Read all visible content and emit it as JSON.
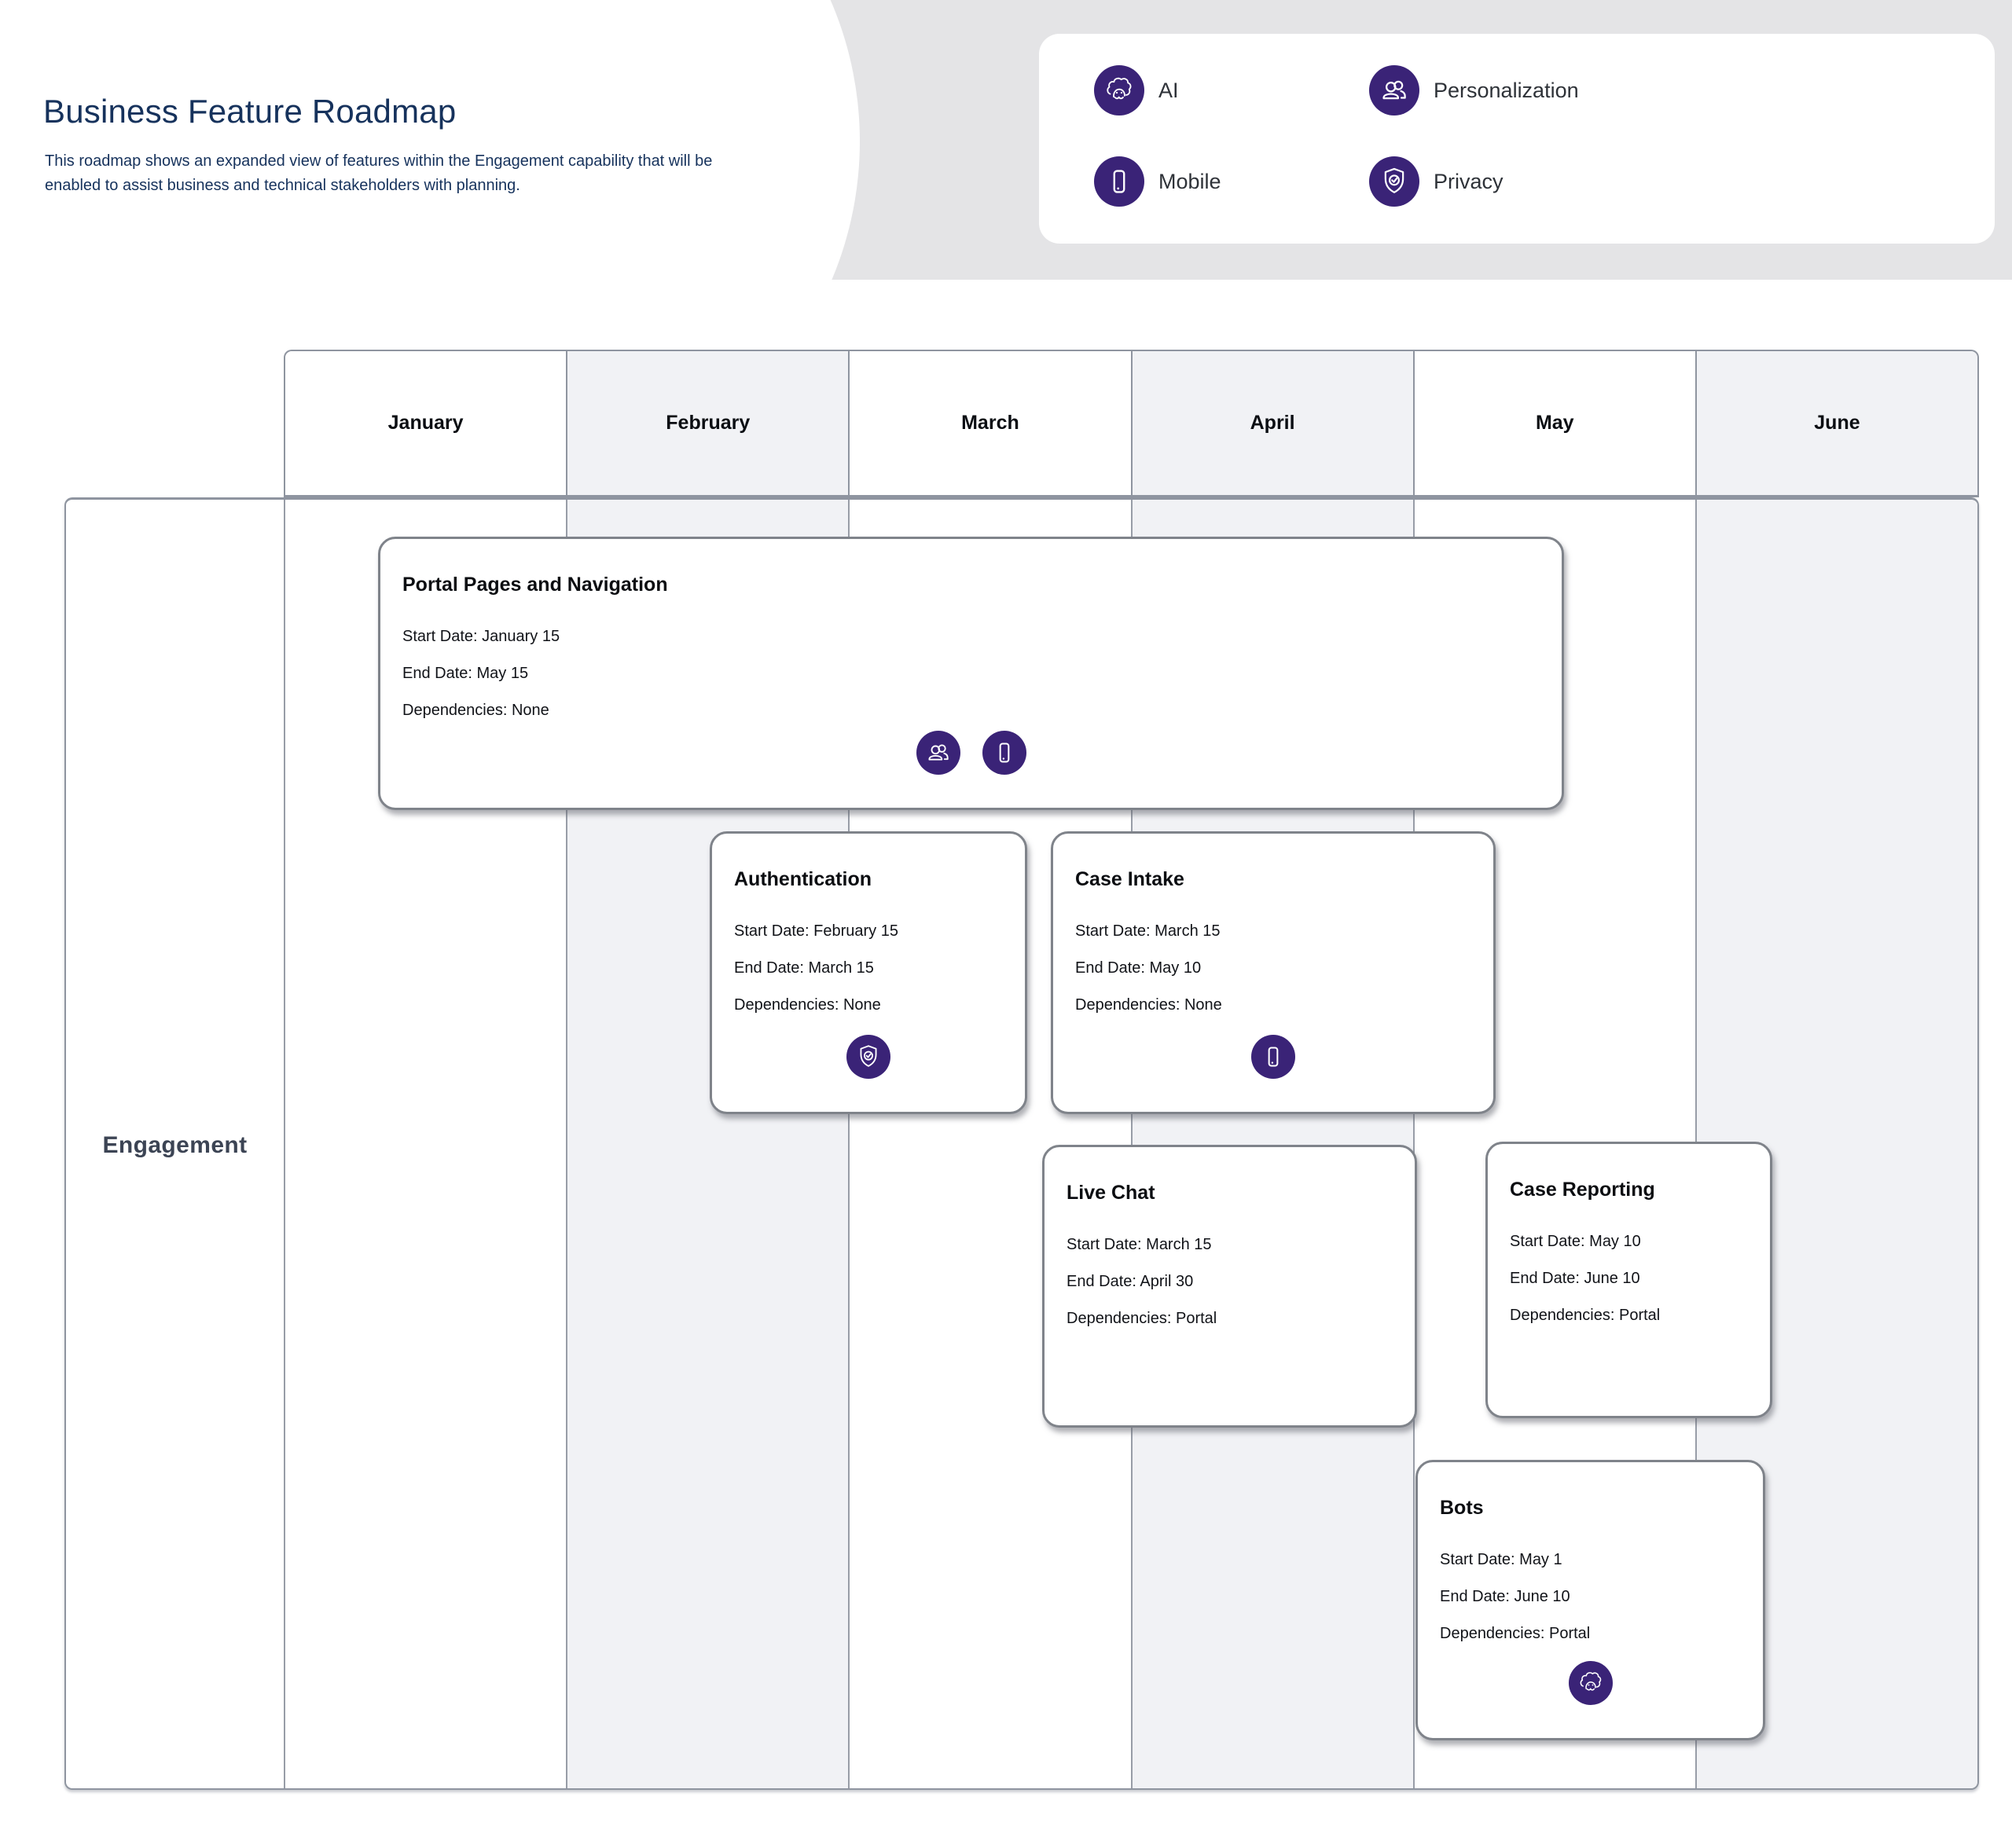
{
  "header": {
    "title": "Business Feature Roadmap",
    "subtitle_line1": "This roadmap shows  an expanded view of features within the Engagement capability that will be",
    "subtitle_line2": "enabled to assist business and technical stakeholders with planning."
  },
  "legend": {
    "items": [
      {
        "icon": "einstein-ai-icon",
        "label": "AI"
      },
      {
        "icon": "personalization-icon",
        "label": "Personalization"
      },
      {
        "icon": "mobile-icon",
        "label": "Mobile"
      },
      {
        "icon": "privacy-icon",
        "label": "Privacy"
      }
    ]
  },
  "timeline": {
    "months": [
      "January",
      "February",
      "March",
      "April",
      "May",
      "June"
    ]
  },
  "lane": {
    "label": "Engagement"
  },
  "cards": [
    {
      "title": "Portal Pages and Navigation",
      "start": "Start Date: January 15",
      "end": "End Date: May 15",
      "dependencies": "Dependencies:  None",
      "icons": [
        "personalization-icon",
        "mobile-icon"
      ]
    },
    {
      "title": "Authentication",
      "start": "Start Date: February 15",
      "end": "End Date: March 15",
      "dependencies": "Dependencies: None",
      "icons": [
        "privacy-icon"
      ]
    },
    {
      "title": "Case Intake",
      "start": "Start Date: March 15",
      "end": "End Date: May 10",
      "dependencies": "Dependencies: None",
      "icons": [
        "mobile-icon"
      ]
    },
    {
      "title": "Live Chat",
      "start": "Start Date: March 15",
      "end": "End Date:  April 30",
      "dependencies": "Dependencies: Portal",
      "icons": []
    },
    {
      "title": "Case Reporting",
      "start": "Start Date: May 10",
      "end": "End Date:  June 10",
      "dependencies": "Dependencies: Portal",
      "icons": []
    },
    {
      "title": "Bots",
      "start": "Start Date:  May 1",
      "end": "End Date: June 10",
      "dependencies": "Dependencies: Portal",
      "icons": [
        "einstein-ai-icon"
      ]
    }
  ],
  "colors": {
    "accent_purple": "#3a2377",
    "title_navy": "#16325c",
    "band_gray": "#e4e4e6",
    "alt_column": "#f1f2f5",
    "grid_border": "#8f95a0",
    "card_border": "#7f838a"
  }
}
